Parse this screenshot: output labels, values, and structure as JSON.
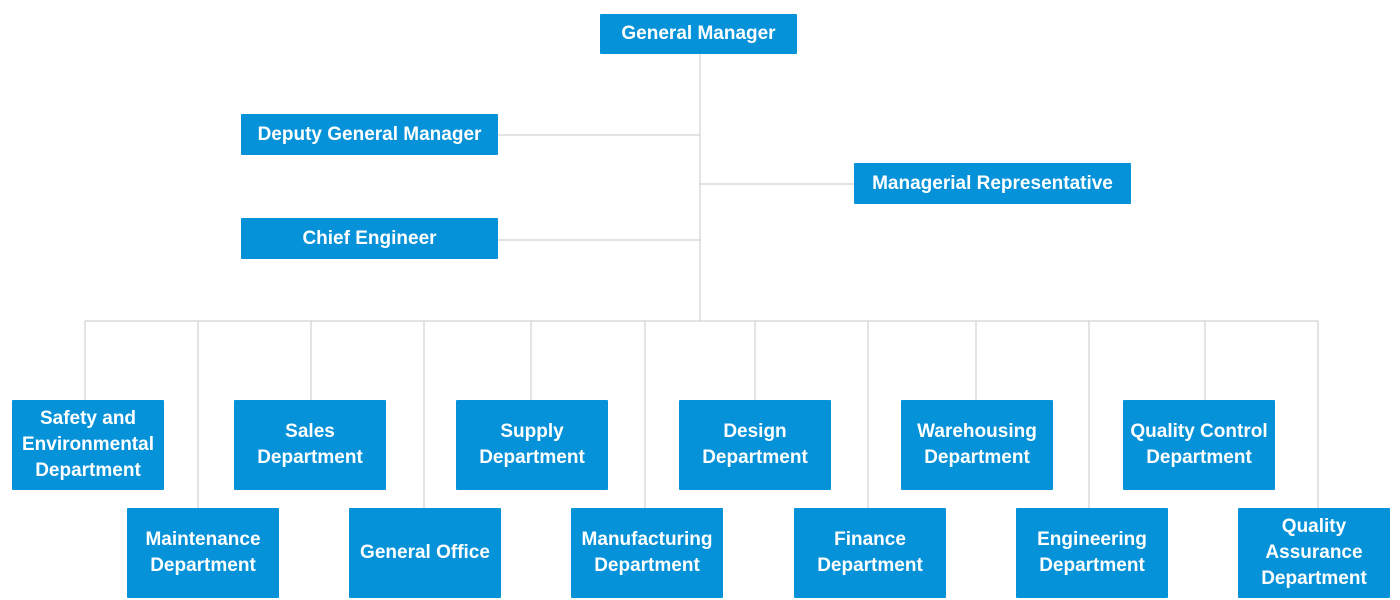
{
  "chart": {
    "top": {
      "general_manager": "General Manager"
    },
    "staff": {
      "deputy_general_manager": "Deputy General Manager",
      "managerial_representative": "Managerial Representative",
      "chief_engineer": "Chief Engineer"
    },
    "departments": {
      "safety_environmental": "Safety and Environmental Department",
      "maintenance": "Maintenance Department",
      "sales": "Sales Department",
      "general_office": "General Office",
      "supply": "Supply Department",
      "manufacturing": "Manufacturing Department",
      "design": "Design Department",
      "finance": "Finance Department",
      "warehousing": "Warehousing Department",
      "engineering": "Engineering Department",
      "quality_control": "Quality Control Department",
      "quality_assurance": "Quality Assurance Department"
    }
  },
  "colors": {
    "node_fill": "#0592d9",
    "node_text": "#ffffff",
    "connector": "#c9c9c9"
  }
}
